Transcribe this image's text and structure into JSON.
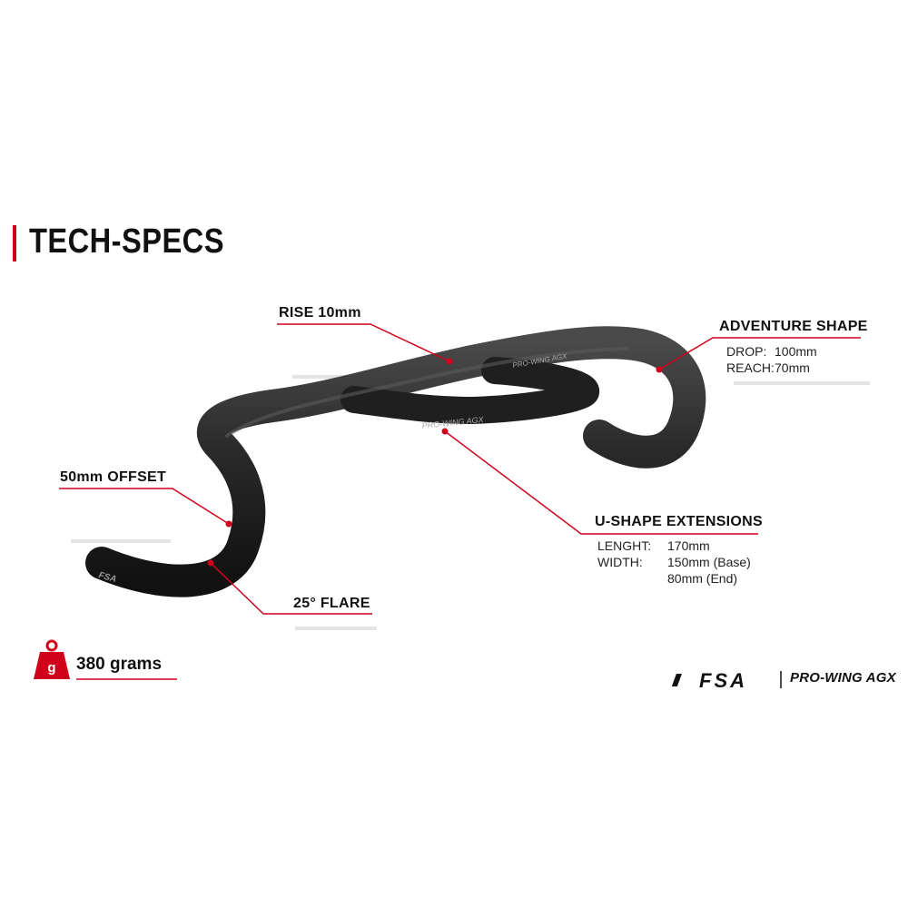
{
  "title": "TECH-SPECS",
  "callouts": {
    "rise": "RISE 10mm",
    "adventure": {
      "label": "ADVENTURE SHAPE",
      "drop_label": "DROP:",
      "drop_value": "100mm",
      "reach_label": "REACH:",
      "reach_value": "70mm"
    },
    "offset": "50mm OFFSET",
    "flare": "25° FLARE",
    "u_shape": {
      "label": "U-SHAPE EXTENSIONS",
      "length_label": "LENGHT:",
      "length_value": "170mm",
      "width_label": "WIDTH:",
      "width_base": "150mm (Base)",
      "width_end": "80mm (End)"
    }
  },
  "weight": {
    "icon_letter": "g",
    "text": "380 grams"
  },
  "branding": {
    "logo": "FSA",
    "product": "PRO-WING AGX",
    "bar_print_1": "PRO-WING AGX",
    "bar_print_2": "PRO-WING AGX",
    "bar_logo": "FSA"
  },
  "colors": {
    "accent": "#d0021b",
    "bar": "#2a2a2a"
  }
}
